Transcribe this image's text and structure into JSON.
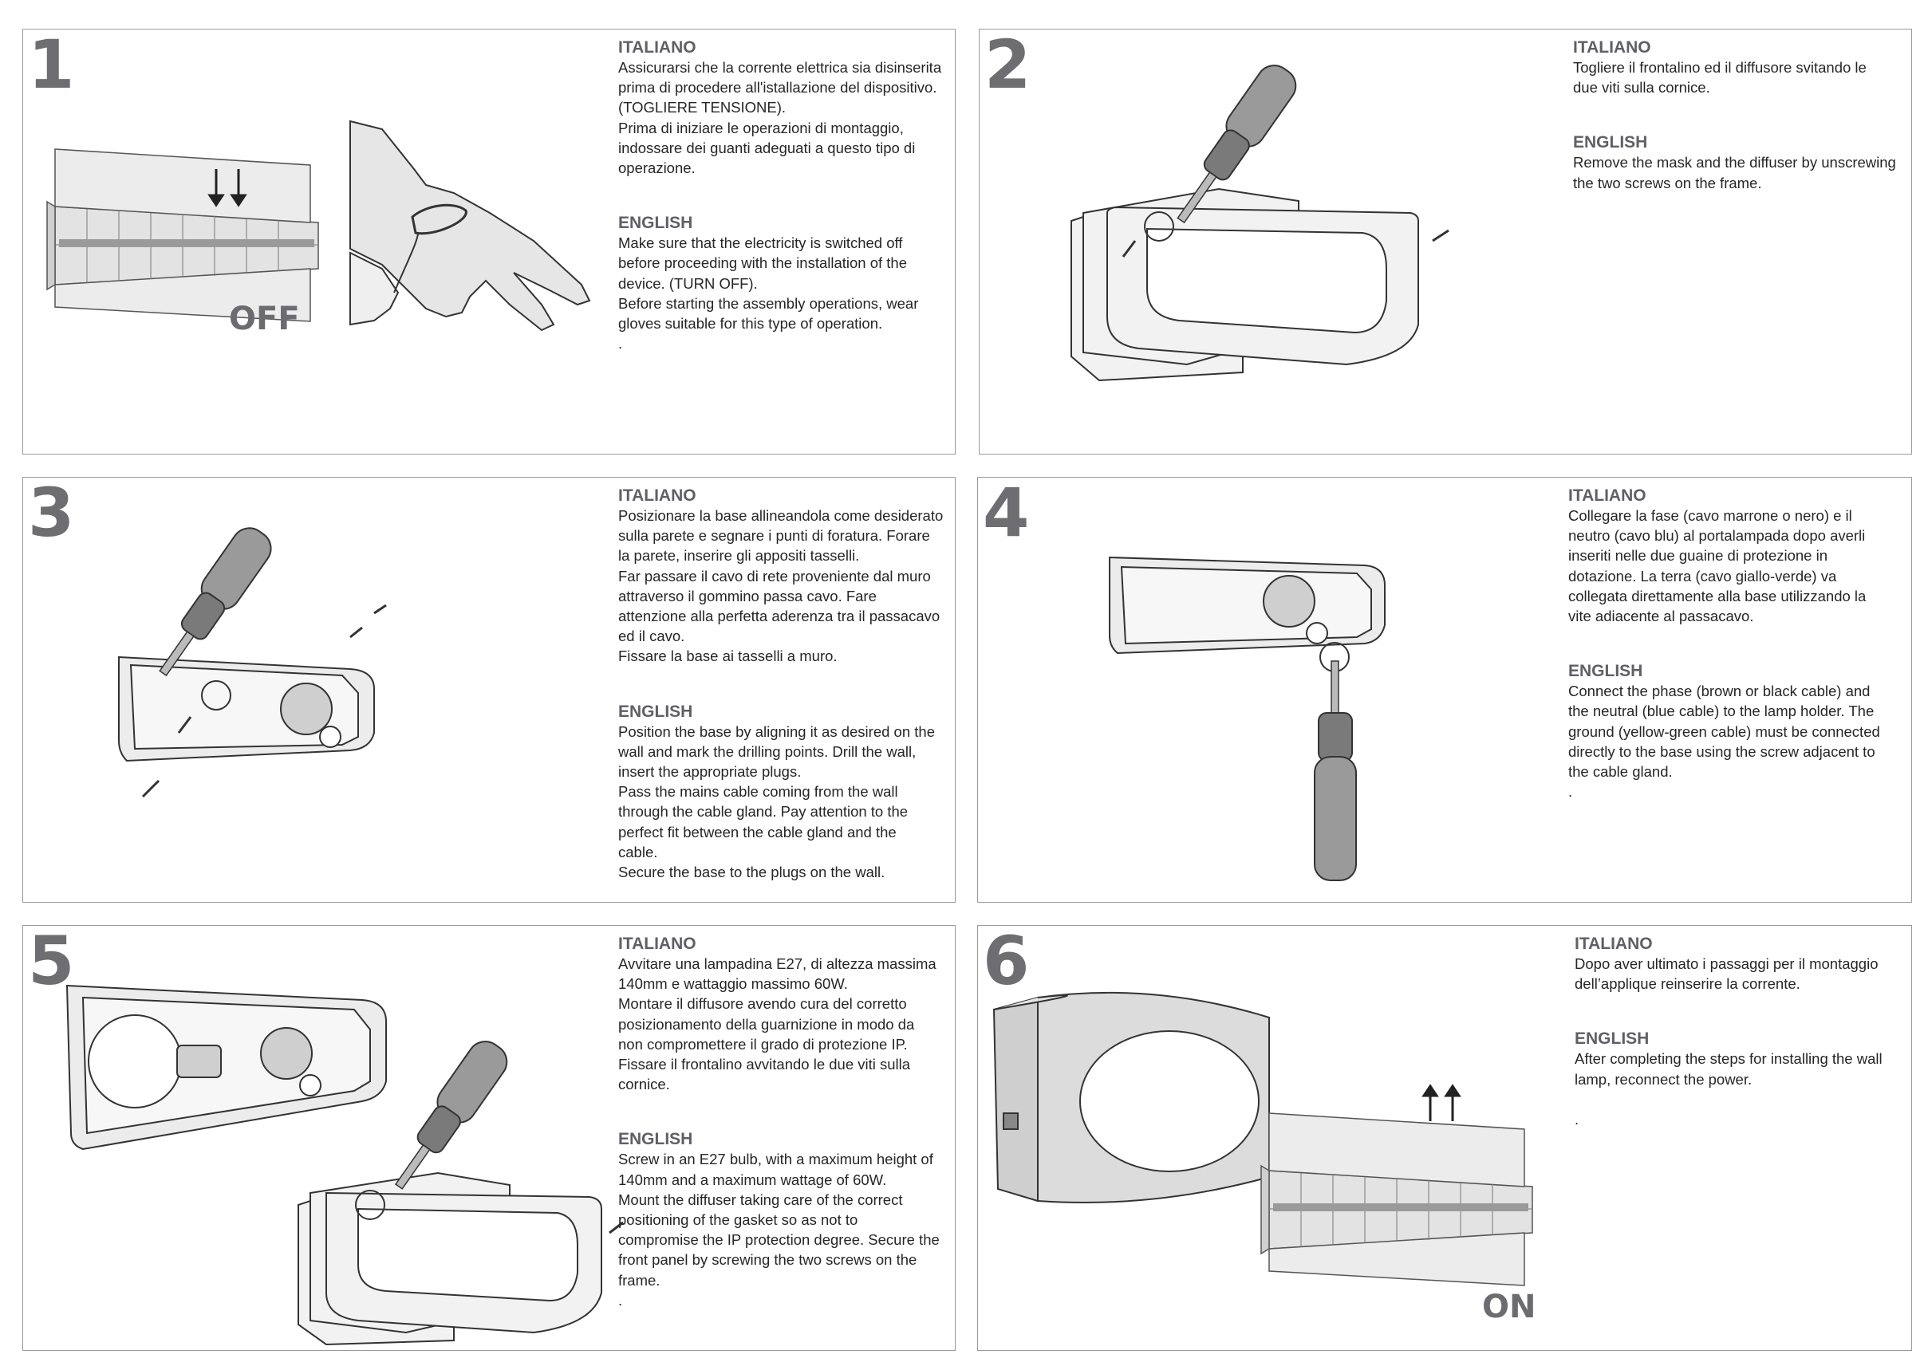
{
  "steps": [
    {
      "number": "1",
      "italiano_heading": "ITALIANO",
      "italiano_text": "Assicurarsi che la corrente elettrica sia disinserita\nprima di procedere all'istallazione del dispositivo.\n(TOGLIERE TENSIONE).\nPrima di iniziare le operazioni di montaggio,\nindossare dei guanti adeguati a questo tipo di\noperazione.",
      "english_heading": "ENGLISH",
      "english_text": "Make sure that the electricity is switched off\nbefore proceeding with the installation of the\ndevice. (TURN OFF).\nBefore starting the assembly operations, wear\ngloves suitable for this type of operation.\n.",
      "state_label": "OFF"
    },
    {
      "number": "2",
      "italiano_heading": "ITALIANO",
      "italiano_text": "Togliere il frontalino ed il diffusore svitando le\ndue viti sulla cornice.",
      "english_heading": "ENGLISH",
      "english_text": "Remove the mask and the diffuser by unscrewing\nthe two screws on the frame."
    },
    {
      "number": "3",
      "italiano_heading": "ITALIANO",
      "italiano_text": "Posizionare la base allineandola come desiderato\nsulla parete e segnare i punti di foratura. Forare\nla parete, inserire gli appositi tasselli.\nFar passare il cavo di rete proveniente dal muro\nattraverso il gommino passa cavo. Fare\nattenzione alla perfetta aderenza tra il passacavo\ned il cavo.\nFissare la base ai tasselli a muro.",
      "english_heading": "ENGLISH",
      "english_text": "Position the base by aligning it as desired on the\nwall and mark the drilling points. Drill the wall,\ninsert the appropriate plugs.\nPass the mains cable coming from the wall\nthrough the cable gland. Pay attention to the\nperfect fit between the cable gland and the\ncable.\nSecure the base to the plugs on the wall."
    },
    {
      "number": "4",
      "italiano_heading": "ITALIANO",
      "italiano_text": "Collegare la fase (cavo marrone o nero) e il\nneutro (cavo blu) al portalampada dopo averli\ninseriti nelle due guaine di protezione in\ndotazione. La terra (cavo giallo-verde) va\ncollegata direttamente alla base utilizzando la\nvite adiacente al passacavo.",
      "english_heading": "ENGLISH",
      "english_text": "Connect the phase (brown or black cable) and\nthe neutral (blue cable) to the lamp holder. The\nground (yellow-green cable) must be connected\ndirectly to the base using the screw adjacent to\nthe cable gland.\n."
    },
    {
      "number": "5",
      "italiano_heading": "ITALIANO",
      "italiano_text": "Avvitare una lampadina E27, di altezza massima\n140mm e wattaggio massimo 60W.\nMontare il diffusore avendo cura del corretto\nposizionamento della guarnizione in modo da\nnon compromettere il grado di protezione IP.\nFissare il frontalino avvitando le due viti sulla\ncornice.",
      "english_heading": "ENGLISH",
      "english_text": "Screw in an E27 bulb, with a maximum height of\n140mm and a maximum wattage of 60W.\nMount the diffuser taking care of the correct\npositioning of the gasket so as not to\ncompromise the IP protection degree. Secure the\nfront panel by screwing the two screws on the\nframe.\n."
    },
    {
      "number": "6",
      "italiano_heading": "ITALIANO",
      "italiano_text": "Dopo aver ultimato i passaggi per il montaggio\ndell’applique reinserire la corrente.",
      "english_heading": "ENGLISH",
      "english_text": "After completing the steps for installing the wall\nlamp, reconnect the power.\n\n.",
      "state_label": "ON"
    }
  ],
  "colors": {
    "border": "#9a9a9a",
    "number": "#6d6d72",
    "heading": "#5f5f66",
    "illustration_stroke": "#333333",
    "illustration_fill": "#d9d9d9"
  },
  "illustrations": [
    "circuit-breaker-panel",
    "gloved-hand",
    "screwdriver",
    "wall-lamp-frame",
    "lamp-base",
    "light-bulb",
    "wall-lamp-assembled"
  ]
}
